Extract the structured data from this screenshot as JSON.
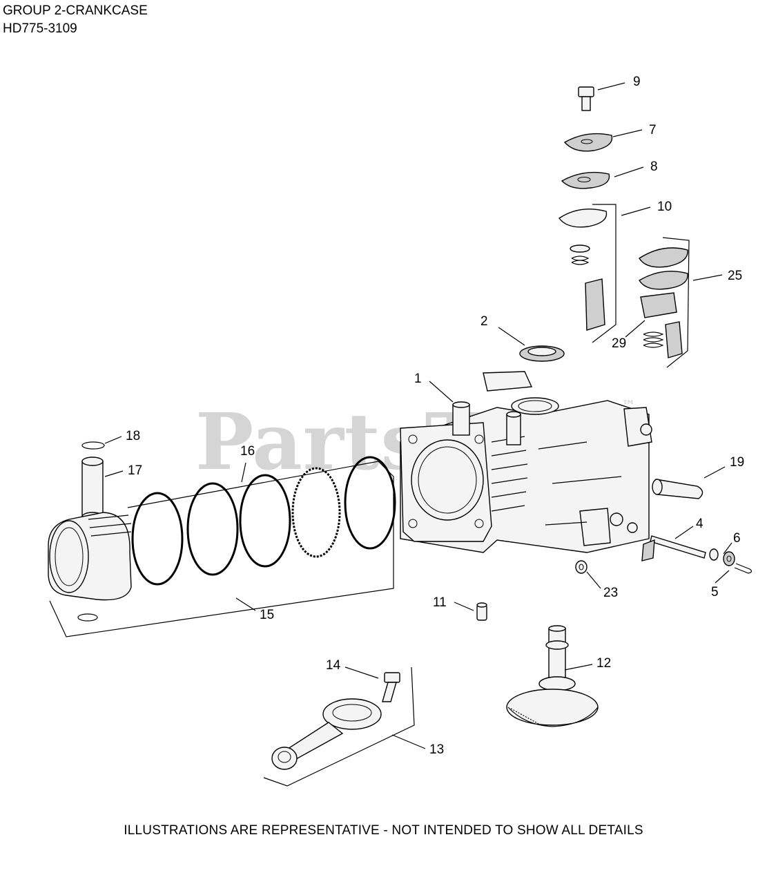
{
  "header": {
    "group_title": "GROUP 2-CRANKCASE",
    "model": "HD775-3109"
  },
  "footer": {
    "disclaimer": "ILLUSTRATIONS ARE REPRESENTATIVE - NOT INTENDED TO SHOW ALL DETAILS"
  },
  "watermark": {
    "text": "PartsTree",
    "mark": "™"
  },
  "callouts": {
    "c1": "1",
    "c2": "2",
    "c4": "4",
    "c5": "5",
    "c6": "6",
    "c7": "7",
    "c8": "8",
    "c9": "9",
    "c10": "10",
    "c11": "11",
    "c12": "12",
    "c13": "13",
    "c14": "14",
    "c15": "15",
    "c16": "16",
    "c17": "17",
    "c18": "18",
    "c19": "19",
    "c23": "23",
    "c25": "25",
    "c29": "29"
  }
}
